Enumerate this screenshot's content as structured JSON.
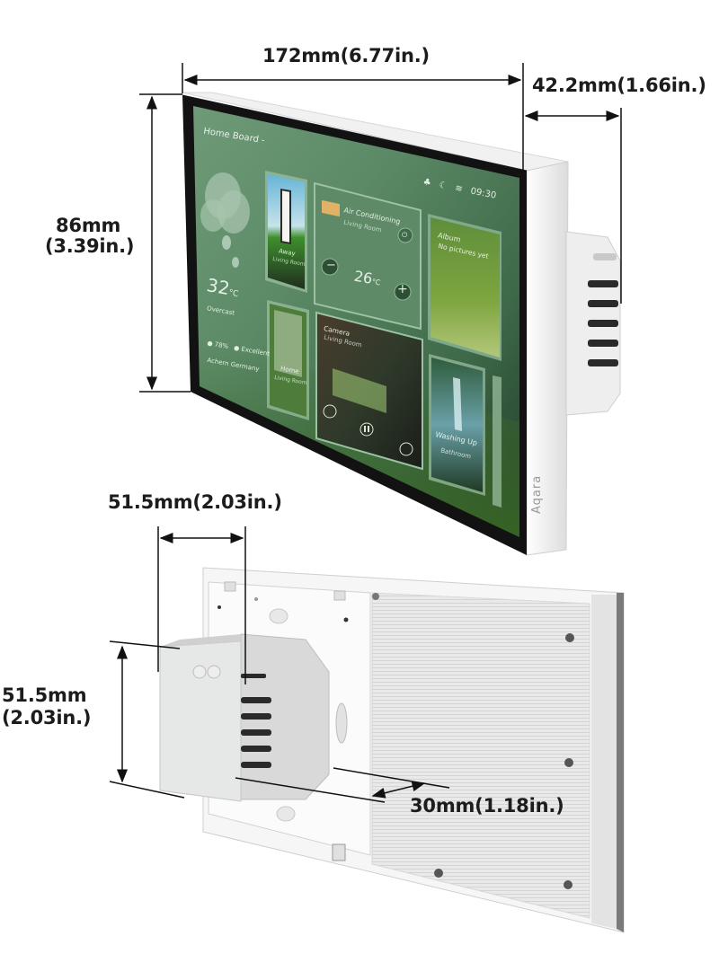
{
  "brand": "Aqara",
  "dimensions": {
    "width": "172mm(6.77in.)",
    "depth": "42.2mm(1.66in.)",
    "height_mm": "86mm",
    "height_in": "(3.39in.)",
    "module_width": "51.5mm(2.03in.)",
    "module_height_mm": "51.5mm",
    "module_height_in": "(2.03in.)",
    "module_depth": "30mm(1.18in.)"
  },
  "screen": {
    "title": "Home Board -",
    "status_bar": {
      "icons": [
        "person-icon",
        "moon-icon",
        "wifi-icon"
      ],
      "time": "09:30"
    },
    "weather": {
      "temperature": "32",
      "unit": "°C",
      "condition": "Overcast",
      "humidity": "78%",
      "air_quality": "Excellent",
      "location": "Achern Germany"
    },
    "cards": {
      "away": {
        "title": "Away",
        "subtitle": "Living Room"
      },
      "home": {
        "title": "Home",
        "subtitle": "Living Room"
      },
      "ac": {
        "title": "Air Conditioning",
        "subtitle": "Living Room",
        "temperature": "26",
        "unit": "°C",
        "minus": "−",
        "plus": "+"
      },
      "album": {
        "title": "Album",
        "subtitle": "No pictures yet"
      },
      "camera": {
        "title": "Camera",
        "subtitle": "Living Room"
      },
      "washing": {
        "title": "Washing Up",
        "subtitle": "Bathroom"
      }
    }
  },
  "colors": {
    "screen_green": "#4e7a5a",
    "bezel": "#111111",
    "housing": "#f2f2f2",
    "line": "#111111"
  }
}
